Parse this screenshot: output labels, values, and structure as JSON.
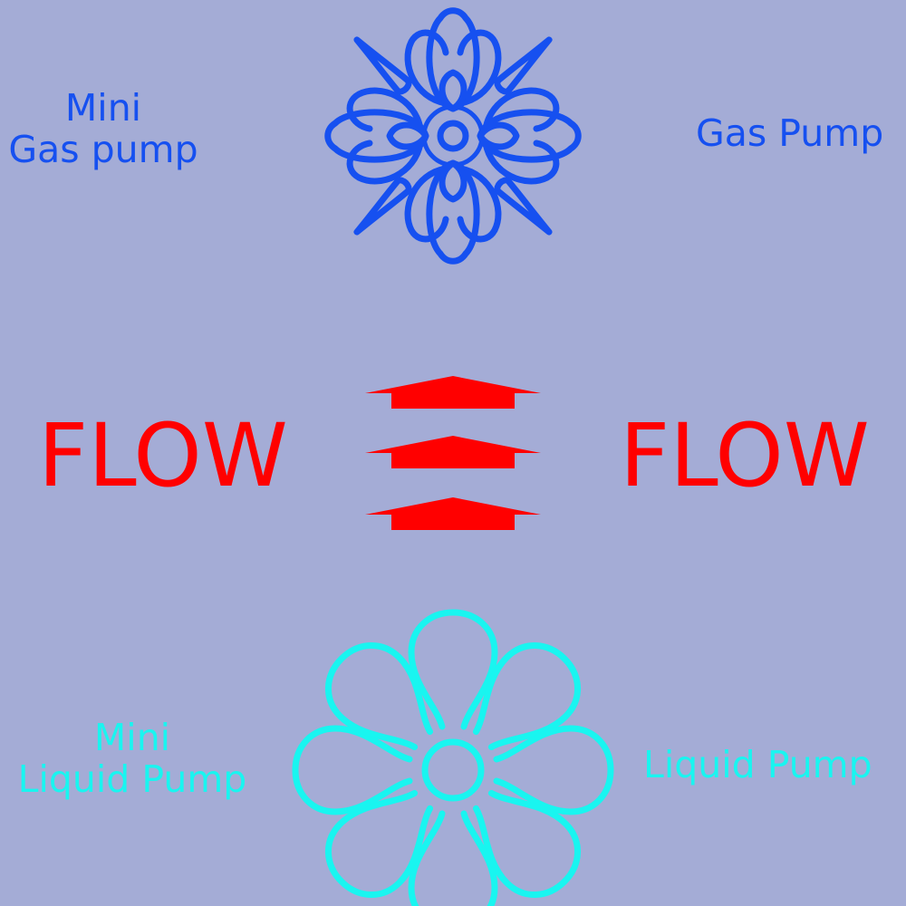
{
  "labels": {
    "mini_gas_line1": "Mini",
    "mini_gas_line2": "Gas pump",
    "gas_pump": "Gas Pump",
    "flow_left": "FLOW",
    "flow_right": "FLOW",
    "mini_liquid_line1": "Mini",
    "mini_liquid_line2": "Liquid Pump",
    "liquid_pump": "Liquid Pump"
  },
  "colors": {
    "background": "#a4acd6",
    "gas": "#1650f0",
    "liquid": "#19f5f0",
    "flow": "#ff0000"
  },
  "icons": {
    "gas": "gas-pump-flower-icon",
    "liquid": "liquid-pump-loop-icon",
    "flow": "flow-arrows-icon"
  }
}
